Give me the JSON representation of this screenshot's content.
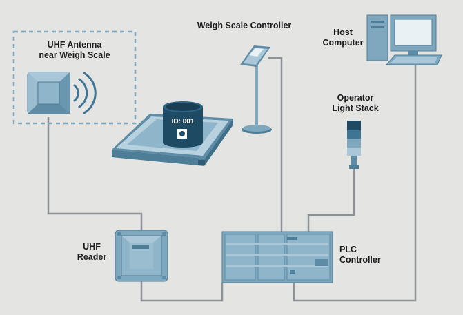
{
  "labels": {
    "antenna": [
      "UHF Antenna",
      "near Weigh Scale"
    ],
    "weigh_controller": "Weigh Scale Controller",
    "host": [
      "Host",
      "Computer"
    ],
    "light_stack": [
      "Operator",
      "Light Stack"
    ],
    "reader": [
      "UHF",
      "Reader"
    ],
    "plc": [
      "PLC",
      "Controller"
    ],
    "drum_id": "ID: 001"
  },
  "colors": {
    "background": "#e4e5e2",
    "device_blue": "#7fa8bf",
    "device_light": "#a9c7d8",
    "device_dark": "#4d7d97",
    "cable": "#8c9296",
    "dashed_border": "#7fa8bf",
    "drum": "#1f4a63"
  },
  "icons": [
    "antenna-icon",
    "rfid-wave-icon",
    "weigh-scale-platform-icon",
    "drum-icon",
    "kiosk-controller-icon",
    "desktop-computer-icon",
    "light-stack-icon",
    "uhf-reader-icon",
    "plc-controller-icon"
  ]
}
